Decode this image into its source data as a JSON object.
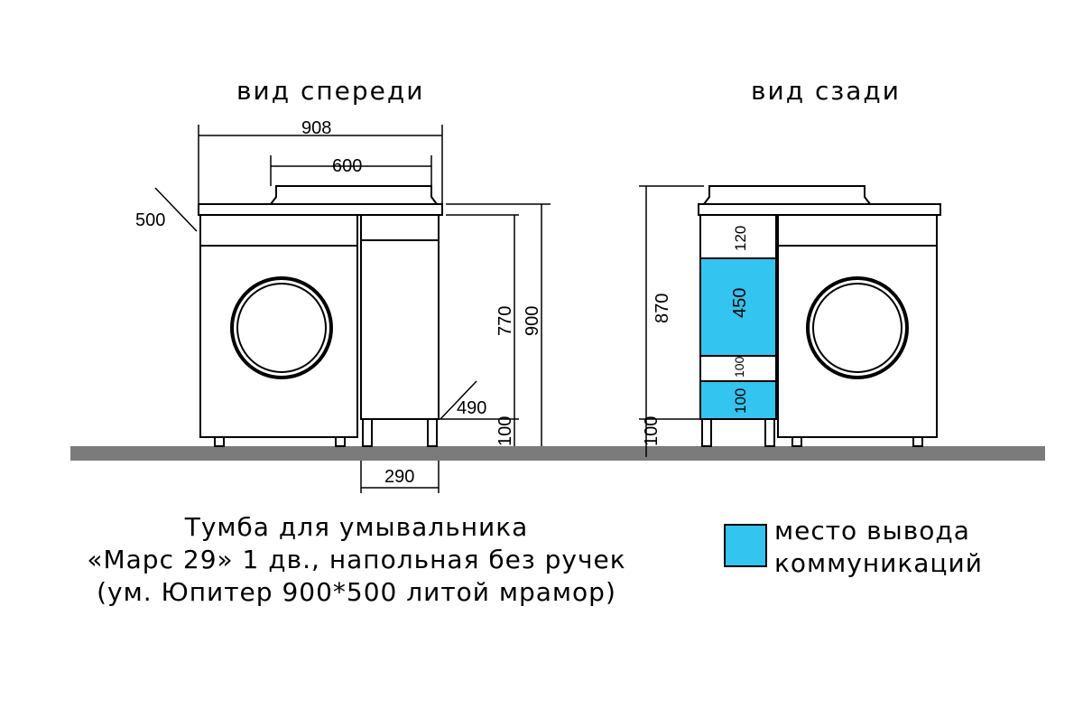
{
  "views": {
    "front_title": "вид спереди",
    "back_title": "вид сзади"
  },
  "dimensions": {
    "total_width": "908",
    "top_width": "600",
    "depth_top": "500",
    "height_770": "770",
    "height_900": "900",
    "depth_bottom": "490",
    "leg_height_front": "100",
    "cabinet_width": "290",
    "back_height": "870",
    "back_leg": "100",
    "zone_120": "120",
    "zone_450": "450",
    "zone_100_small": "100",
    "zone_100_lower": "100"
  },
  "caption": {
    "line1": "Тумба для умывальника",
    "line2": "«Марс 29» 1 дв., напольная без ручек",
    "line3": "(ум. Юпитер 900*500 литой мрамор)"
  },
  "legend": {
    "line1": "место вывода",
    "line2": "коммуникаций"
  },
  "colors": {
    "communications": "#33c4ef",
    "floor": "#7b7b7b",
    "line": "#000000"
  }
}
